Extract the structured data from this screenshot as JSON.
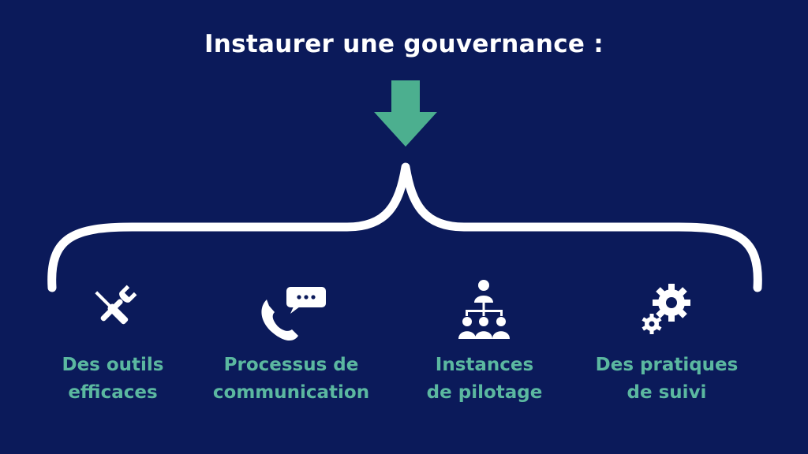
{
  "title": "Instaurer une gouvernance :",
  "colors": {
    "background": "#0b1a5a",
    "accent": "#4caf8f",
    "label": "#5bb8a0",
    "brace": "#ffffff"
  },
  "items": [
    {
      "icon": "tools-icon",
      "lines": [
        "Des outils",
        "efficaces"
      ]
    },
    {
      "icon": "phone-chat-icon",
      "lines": [
        "Processus de",
        "communication"
      ]
    },
    {
      "icon": "org-chart-icon",
      "lines": [
        "Instances",
        "de pilotage"
      ]
    },
    {
      "icon": "gears-icon",
      "lines": [
        "Des pratiques",
        "de suivi"
      ]
    }
  ]
}
